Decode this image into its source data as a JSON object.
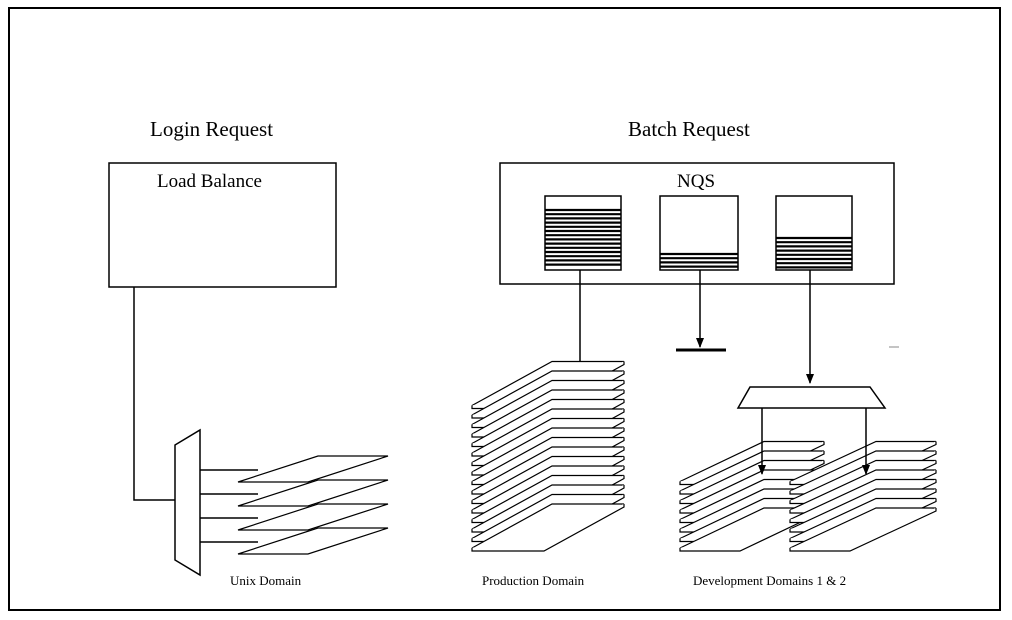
{
  "headings": {
    "login": "Login Request",
    "batch": "Batch Request"
  },
  "boxes": {
    "load_balance": "Load Balance",
    "nqs": "NQS"
  },
  "domains": {
    "unix": "Unix Domain",
    "production": "Production Domain",
    "development": "Development Domains 1 & 2"
  }
}
